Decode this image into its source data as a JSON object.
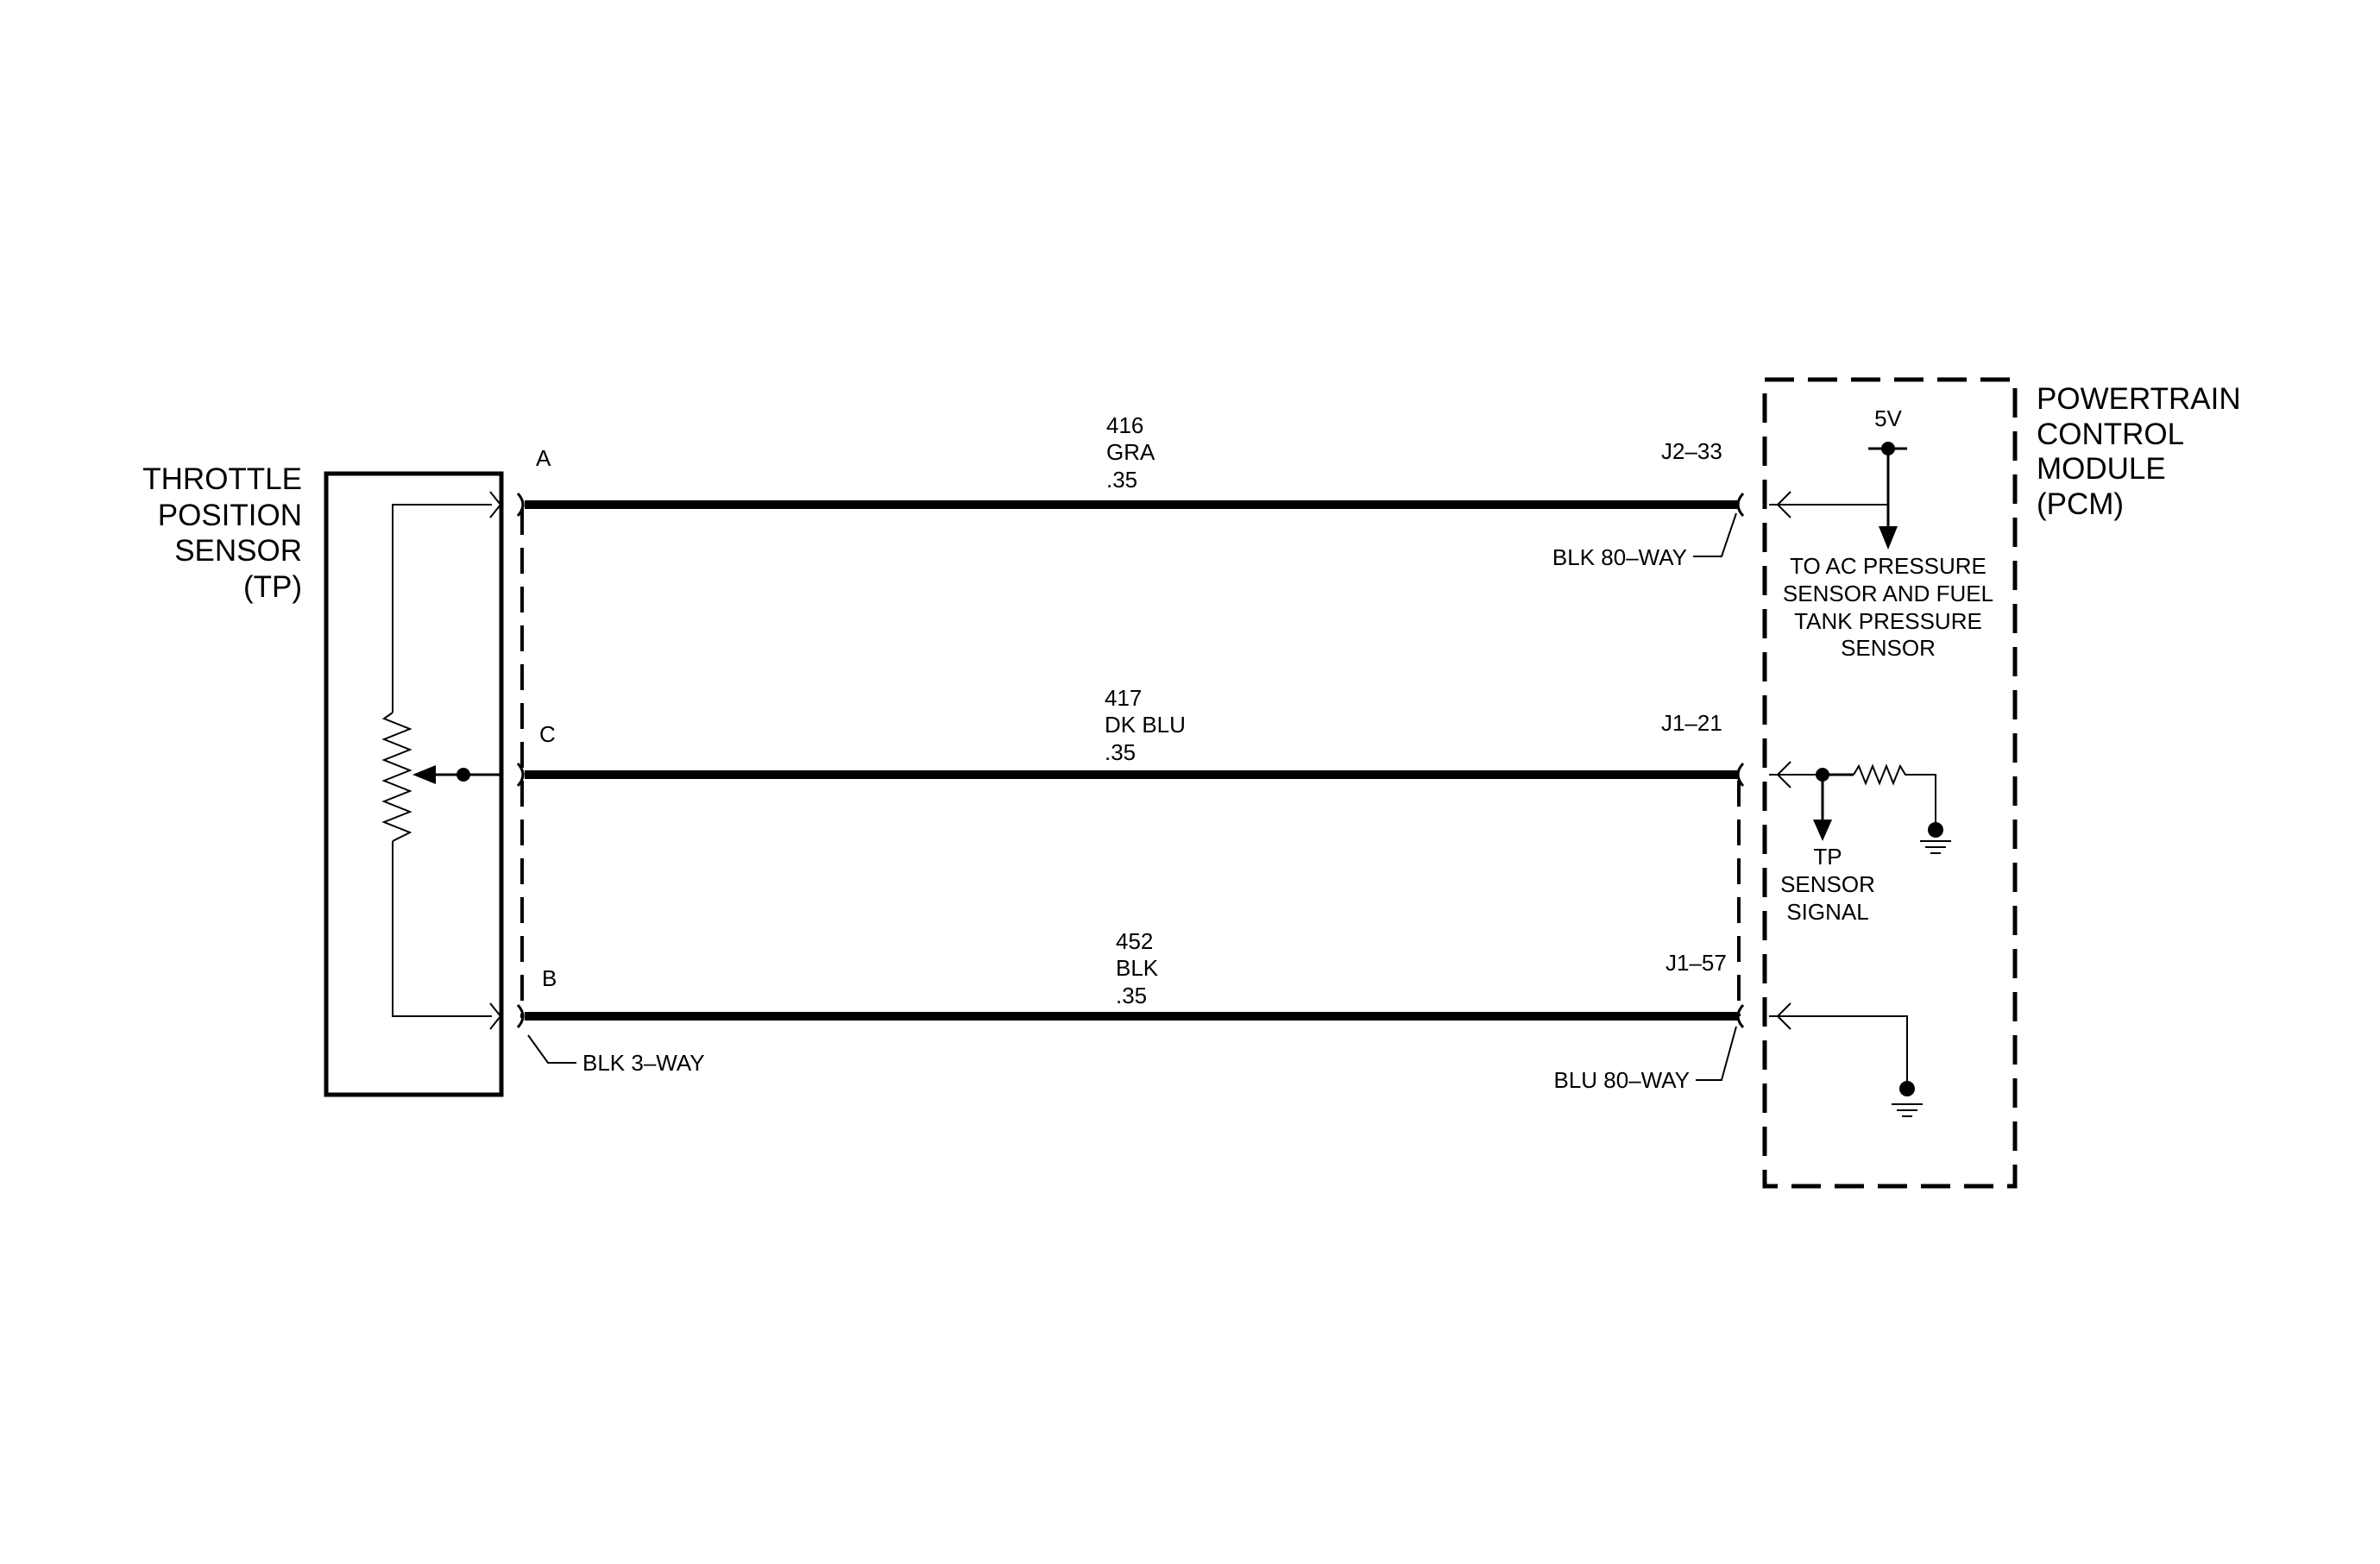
{
  "sensor": {
    "name_lines": [
      "THROTTLE",
      "POSITION",
      "SENSOR",
      "(TP)"
    ],
    "connector": "BLK 3–WAY"
  },
  "pcm": {
    "name_lines": [
      "POWERTRAIN",
      "CONTROL",
      "MODULE",
      "(PCM)"
    ],
    "connector_top": "BLK 80–WAY",
    "connector_bottom": "BLU 80–WAY",
    "ref_voltage": "5V",
    "ac_note_lines": [
      "TO AC PRESSURE",
      "SENSOR AND FUEL",
      "TANK PRESSURE",
      "SENSOR"
    ],
    "signal_note_lines": [
      "TP",
      "SENSOR",
      "SIGNAL"
    ]
  },
  "circuits": [
    {
      "pin": "A",
      "number": "416",
      "color": "GRA",
      "gauge": ".35",
      "pcm_pin": "J2–33"
    },
    {
      "pin": "C",
      "number": "417",
      "color": "DK BLU",
      "gauge": ".35",
      "pcm_pin": "J1–21"
    },
    {
      "pin": "B",
      "number": "452",
      "color": "BLK",
      "gauge": ".35",
      "pcm_pin": "J1–57"
    }
  ]
}
